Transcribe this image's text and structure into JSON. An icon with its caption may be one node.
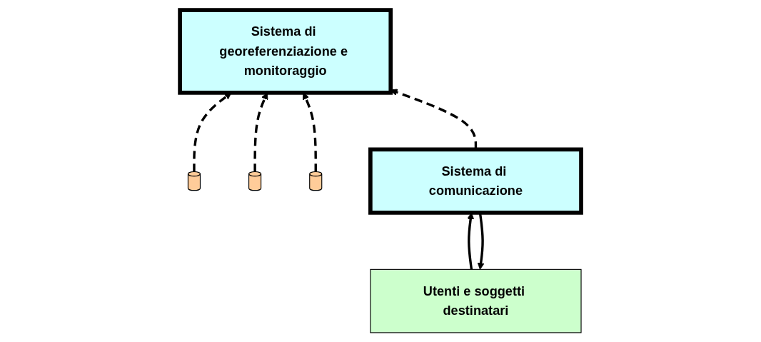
{
  "diagram": {
    "nodes": [
      {
        "text": [
          "Sistema di georeferenziazione e monitoraggio"
        ]
      },
      {
        "text": [
          "Utenti e soggetti destinatari"
        ]
      },
      {
        "text": [],
        "shape": "cylinder"
      },
      {
        "text": [],
        "shape": "cylinder"
      },
      {
        "text": [],
        "shape": "cylinder"
      },
      {
        "text": [
          "Sistema di comunicazione"
        ]
      }
    ],
    "edges": [
      {
        "from": 2,
        "to": 0,
        "arrow": "to",
        "style": "dashed"
      },
      {
        "from": 3,
        "to": 0,
        "arrow": "to",
        "style": "dashed"
      },
      {
        "from": 4,
        "to": 0,
        "arrow": "to",
        "style": "dashed"
      },
      {
        "from": 5,
        "to": 0,
        "arrow": "to",
        "style": "dashed"
      },
      {
        "from": 1,
        "to": 5,
        "arrow": "to"
      },
      {
        "from": 5,
        "to": 1,
        "arrow": "to"
      }
    ]
  }
}
